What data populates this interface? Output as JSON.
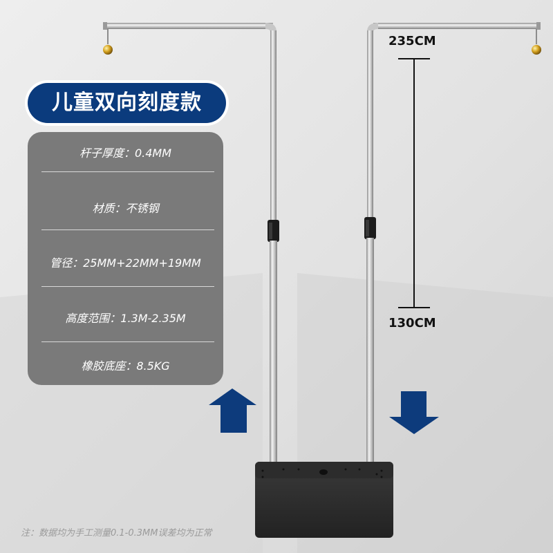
{
  "title": "儿童双向刻度款",
  "specs": [
    {
      "label": "杆子厚度：0.4MM"
    },
    {
      "label": "材质：不锈钢"
    },
    {
      "label": "管径：25MM+22MM+19MM"
    },
    {
      "label": "高度范围：1.3M-2.35M"
    },
    {
      "label": "橡胶底座：8.5KG"
    }
  ],
  "measurement": {
    "max": "235CM",
    "min": "130CM"
  },
  "footnote": "注：数据均为手工测量0.1-0.3MM误差均为正常",
  "colors": {
    "brand_blue": "#0b3b7d",
    "arrow_blue": "#0d3b7c",
    "panel_gray": "#7a7a7a"
  }
}
